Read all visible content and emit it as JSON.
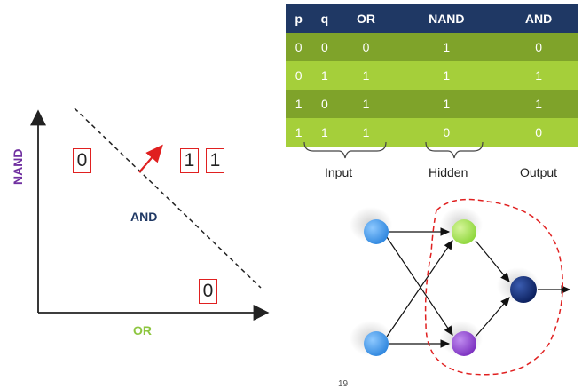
{
  "truth_table": {
    "headers": [
      "p",
      "q",
      "OR",
      "NAND",
      "AND"
    ],
    "rows": [
      [
        "0",
        "0",
        "0",
        "1",
        "0"
      ],
      [
        "0",
        "1",
        "1",
        "1",
        "1"
      ],
      [
        "1",
        "0",
        "1",
        "1",
        "1"
      ],
      [
        "1",
        "1",
        "1",
        "0",
        "0"
      ]
    ],
    "colors": {
      "header_bg": "#1f3864",
      "row_dark": "#7fa32a",
      "row_light": "#a5cf3a"
    }
  },
  "group_labels": {
    "input": "Input",
    "hidden": "Hidden",
    "output": "Output"
  },
  "plot": {
    "x_label": "OR",
    "y_label": "NAND",
    "region_label": "AND",
    "box_0_upper": "0",
    "box_1a": "1",
    "box_1b": "1",
    "box_0_lower": "0",
    "colors": {
      "x_label": "#8dc63f",
      "y_label": "#7030a0",
      "region_label": "#1f3864",
      "arrow": "#e02020"
    }
  },
  "network": {
    "node_colors": {
      "input": "#2e86de",
      "hidden_top": "#8dd63a",
      "hidden_bottom": "#7b2fbf",
      "output": "#0b1f5c"
    },
    "boundary_color": "#e02020"
  },
  "page_number": "19"
}
